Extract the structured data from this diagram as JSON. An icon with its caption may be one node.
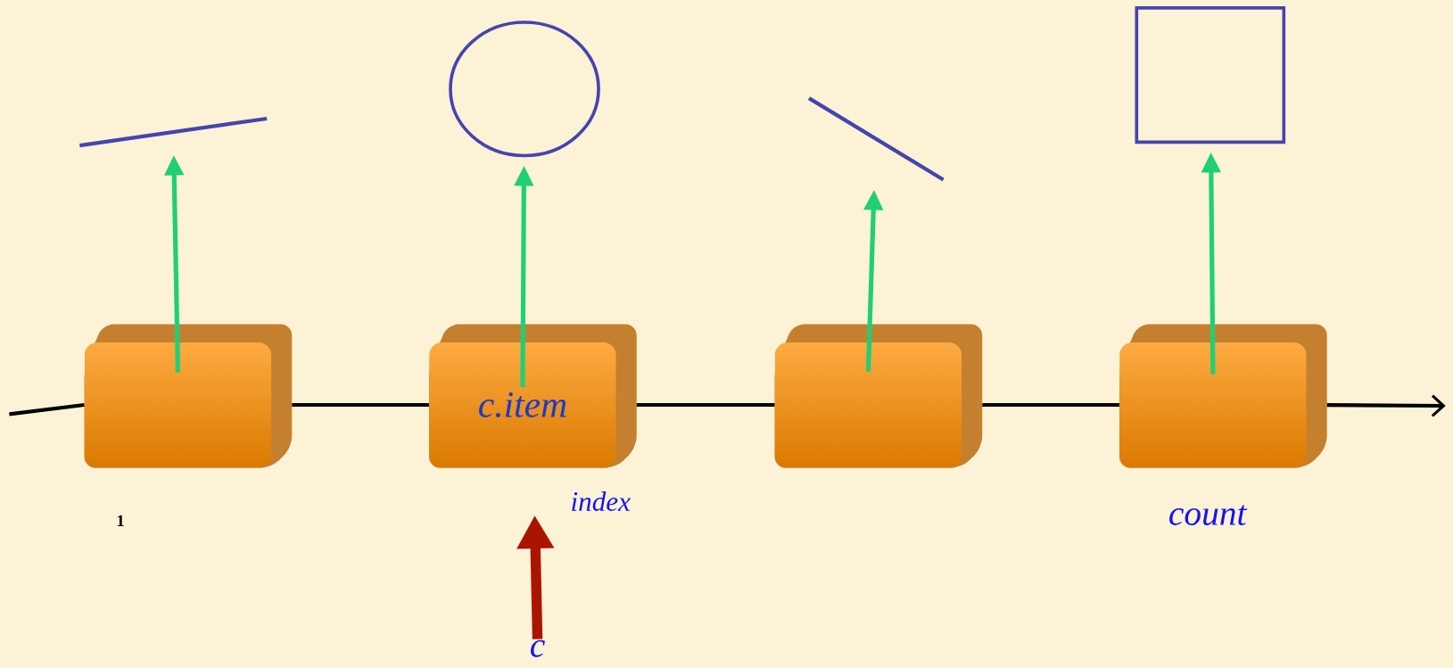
{
  "diagram": {
    "nodes": [
      {
        "text": [],
        "shape": "line"
      },
      {
        "text": [],
        "shape": "circle"
      },
      {
        "text": [],
        "shape": "line"
      },
      {
        "text": [],
        "shape": "box"
      },
      {
        "text": [],
        "shape": "box"
      },
      {
        "text": [
          "c.item"
        ]
      },
      {
        "text": [],
        "shape": "box"
      },
      {
        "text": [],
        "shape": "box"
      },
      {
        "text": [
          "c"
        ]
      }
    ],
    "edges": [
      {
        "from": null,
        "to": 4,
        "arrow": "none"
      },
      {
        "from": 4,
        "to": 5,
        "arrow": "none"
      },
      {
        "from": 5,
        "to": 6,
        "arrow": "none"
      },
      {
        "from": 6,
        "to": 7,
        "arrow": "none"
      },
      {
        "from": 7,
        "to": null,
        "arrow": "to"
      },
      {
        "from": 4,
        "to": 0,
        "arrow": "to",
        "color": "#1fcf78"
      },
      {
        "from": 5,
        "to": 1,
        "arrow": "to",
        "color": "#1fcf78"
      },
      {
        "from": 6,
        "to": 2,
        "arrow": "to",
        "color": "#1fcf78"
      },
      {
        "from": 7,
        "to": 3,
        "arrow": "to",
        "color": "#1fcf78"
      },
      {
        "from": 8,
        "to": null,
        "arrow": "to",
        "style": "thick",
        "color": "#aa1500"
      }
    ],
    "labels": [
      "1",
      "index",
      "count"
    ]
  }
}
